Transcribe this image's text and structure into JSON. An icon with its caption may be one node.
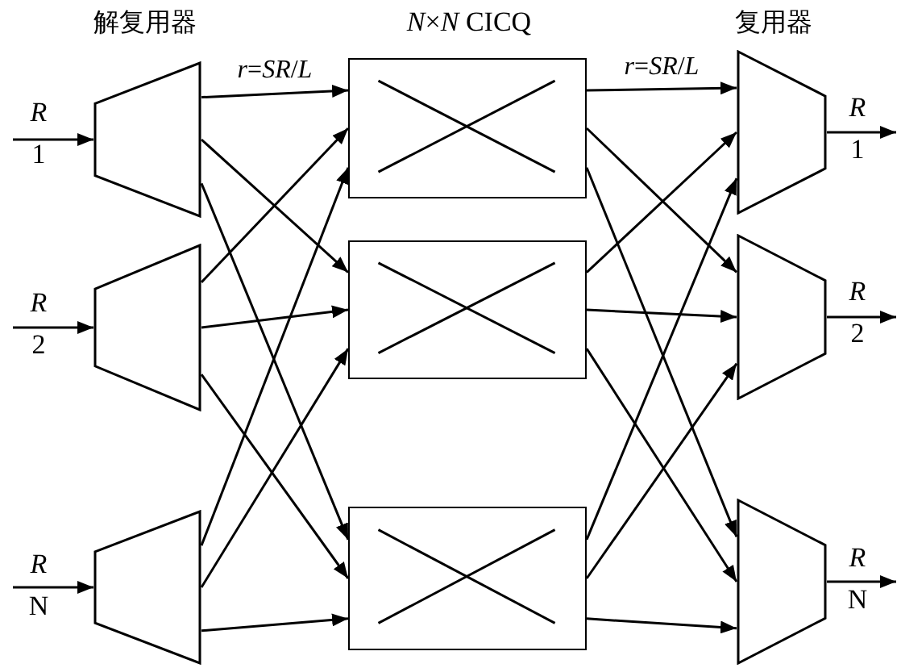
{
  "diagram": {
    "nodes": [
      {
        "text": [],
        "shape": "trapezoid"
      },
      {
        "text": [],
        "shape": "trapezoid"
      },
      {
        "text": [],
        "shape": "trapezoid"
      },
      {
        "text": [],
        "shape": "box"
      },
      {
        "text": [],
        "shape": "box"
      },
      {
        "text": [],
        "shape": "box"
      },
      {
        "text": [],
        "shape": "trapezoid"
      },
      {
        "text": [],
        "shape": "trapezoid"
      },
      {
        "text": [],
        "shape": "trapezoid"
      }
    ],
    "edges": [
      {
        "from": null,
        "to": 0,
        "arrow": "to"
      },
      {
        "from": null,
        "to": 1,
        "arrow": "to"
      },
      {
        "from": null,
        "to": 2,
        "arrow": "to"
      },
      {
        "from": 0,
        "to": 3,
        "arrow": "to",
        "label": "*r*=*SR*/*L*"
      },
      {
        "from": 0,
        "to": 4,
        "arrow": "to"
      },
      {
        "from": 0,
        "to": 5,
        "arrow": "to"
      },
      {
        "from": 1,
        "to": 3,
        "arrow": "to"
      },
      {
        "from": 1,
        "to": 4,
        "arrow": "to"
      },
      {
        "from": 1,
        "to": 5,
        "arrow": "to"
      },
      {
        "from": 2,
        "to": 3,
        "arrow": "to"
      },
      {
        "from": 2,
        "to": 4,
        "arrow": "to"
      },
      {
        "from": 2,
        "to": 5,
        "arrow": "to"
      },
      {
        "from": 3,
        "to": 6,
        "arrow": "to",
        "label": "*r*=*SR*/*L*"
      },
      {
        "from": 3,
        "to": 7,
        "arrow": "to"
      },
      {
        "from": 3,
        "to": 8,
        "arrow": "to"
      },
      {
        "from": 4,
        "to": 6,
        "arrow": "to"
      },
      {
        "from": 4,
        "to": 7,
        "arrow": "to"
      },
      {
        "from": 4,
        "to": 8,
        "arrow": "to"
      },
      {
        "from": 5,
        "to": 6,
        "arrow": "to"
      },
      {
        "from": 5,
        "to": 7,
        "arrow": "to"
      },
      {
        "from": 5,
        "to": 8,
        "arrow": "to"
      },
      {
        "from": 6,
        "to": null,
        "arrow": "to"
      },
      {
        "from": 7,
        "to": null,
        "arrow": "to"
      },
      {
        "from": 8,
        "to": null,
        "arrow": "to"
      }
    ],
    "labels": [
      "解复用器",
      "*N*×*N* CICQ",
      "复用器",
      "R",
      "1",
      "R",
      "1",
      "R",
      "2",
      "R",
      "2",
      "R",
      "N",
      "R",
      "N"
    ]
  }
}
